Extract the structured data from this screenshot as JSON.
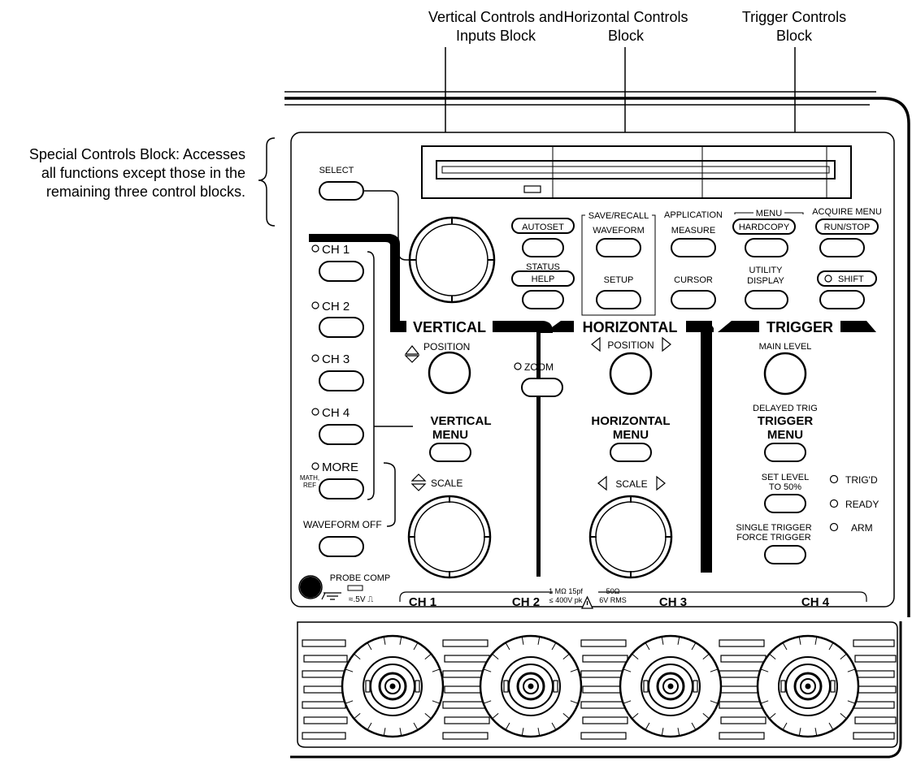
{
  "annotations": {
    "vertical_block": [
      "Vertical Controls and",
      "Inputs Block"
    ],
    "horizontal_block": [
      "Horizontal Controls",
      "Block"
    ],
    "trigger_block": [
      "Trigger Controls",
      "Block"
    ],
    "special_block": [
      "Special Controls Block: Accesses",
      "all functions except those in the",
      "remaining three control blocks."
    ]
  },
  "special": {
    "select": "SELECT",
    "autoset": "AUTOSET",
    "status": "STATUS",
    "help": "HELP",
    "save_recall": "SAVE/RECALL",
    "waveform": "WAVEFORM",
    "setup": "SETUP",
    "application": "APPLICATION",
    "measure": "MEASURE",
    "cursor": "CURSOR",
    "menu": "MENU",
    "hardcopy": "HARDCOPY",
    "utility": "UTILITY",
    "display": "DISPLAY",
    "acquire_menu": "ACQUIRE MENU",
    "run_stop": "RUN/STOP",
    "shift": "SHIFT"
  },
  "vertical": {
    "title": "VERTICAL",
    "channels": [
      "CH 1",
      "CH 2",
      "CH 3",
      "CH 4"
    ],
    "more": "MORE",
    "math_ref_1": "MATH,",
    "math_ref_2": "REF",
    "waveform_off": "WAVEFORM OFF",
    "position": "POSITION",
    "menu_1": "VERTICAL",
    "menu_2": "MENU",
    "scale": "SCALE",
    "probe_comp": "PROBE COMP",
    "probe_level": "≈.5V ⎍"
  },
  "horizontal": {
    "title": "HORIZONTAL",
    "zoom": "ZOOM",
    "position": "POSITION",
    "menu_1": "HORIZONTAL",
    "menu_2": "MENU",
    "scale": "SCALE"
  },
  "trigger": {
    "title": "TRIGGER",
    "main_level": "MAIN LEVEL",
    "delayed_trig": "DELAYED TRIG",
    "menu_1": "TRIGGER",
    "menu_2": "MENU",
    "set_level_1": "SET LEVEL",
    "set_level_2": "TO 50%",
    "single_trigger": "SINGLE TRIGGER",
    "force_trigger": "FORCE TRIGGER",
    "trigd": "TRIG'D",
    "ready": "READY",
    "arm": "ARM"
  },
  "inputs": {
    "ch1": "CH 1",
    "ch2": "CH 2",
    "ch3": "CH 3",
    "ch4": "CH 4",
    "spec_1a": "1 MΩ 15pf",
    "spec_1b": "≤ 400V pk",
    "spec_2a": "50Ω",
    "spec_2b": "6V RMS"
  }
}
